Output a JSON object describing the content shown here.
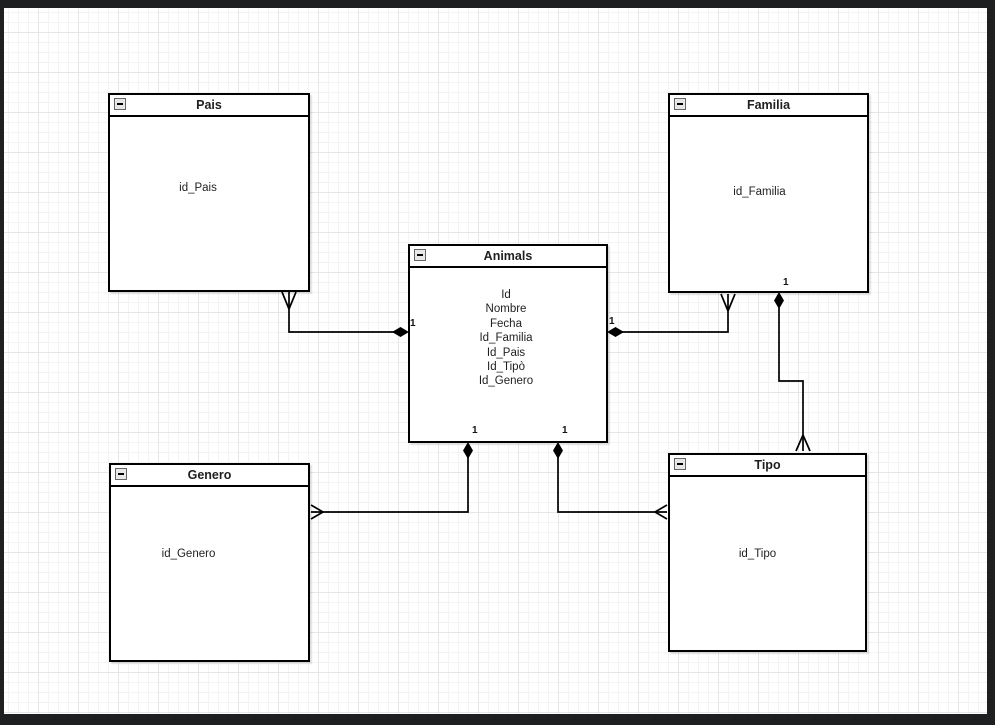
{
  "diagram": {
    "entities": [
      {
        "title": "Pais",
        "attributes": [
          "id_Pais"
        ]
      },
      {
        "title": "Familia",
        "attributes": [
          "id_Familia"
        ]
      },
      {
        "title": "Animals",
        "attributes": [
          "Id",
          "Nombre",
          "Fecha",
          "Id_Familia",
          "Id_Pais",
          "Id_Tipò",
          "Id_Genero"
        ]
      },
      {
        "title": "Genero",
        "attributes": [
          "id_Genero"
        ]
      },
      {
        "title": "Tipo",
        "attributes": [
          "id_Tipo"
        ]
      }
    ],
    "connectors": [
      {
        "from": "Pais",
        "to": "Animals",
        "label": "1"
      },
      {
        "from": "Animals",
        "to": "Familia",
        "label": "1"
      },
      {
        "from": "Familia",
        "to": "Tipo",
        "label": "1"
      },
      {
        "from": "Animals",
        "to": "Genero",
        "label": "1"
      },
      {
        "from": "Animals",
        "to": "Tipo",
        "label": "1"
      }
    ],
    "colors": {
      "frame": "#1e1f21",
      "entity_border": "#000000",
      "entity_fill": "#ffffff",
      "grid_minor": "#f3f3f3",
      "grid_major": "#e6e6e6",
      "text": "#1f1f1f"
    }
  }
}
